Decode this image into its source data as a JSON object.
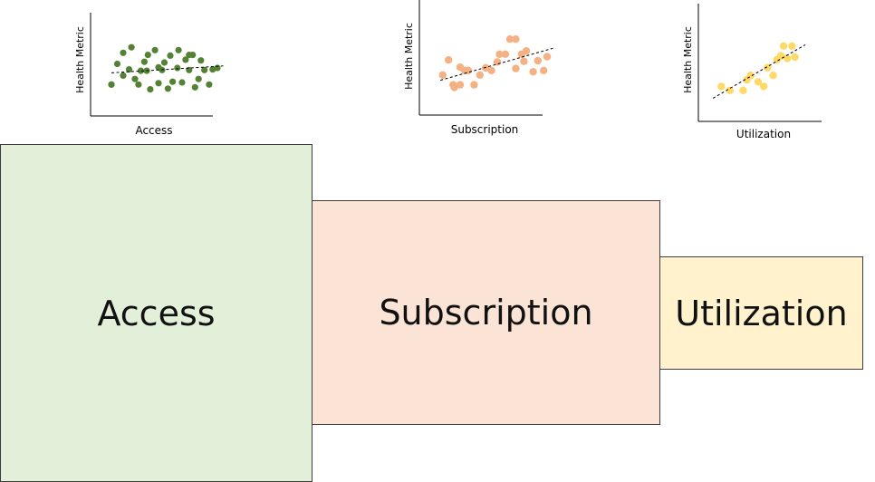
{
  "colors": {
    "access_dot": "#548235",
    "subscription_dot": "#f4b183",
    "utilization_dot": "#ffd966",
    "access_fill": "#e2efd9",
    "subscription_fill": "#fbe4d5",
    "utilization_fill": "#fff2cc"
  },
  "chart_data": [
    {
      "type": "scatter",
      "xlabel": "Access",
      "ylabel": "Health Metric",
      "xlim": [
        0,
        10
      ],
      "ylim": [
        0,
        10
      ],
      "x": [
        1.0,
        1.5,
        2.0,
        2.0,
        2.5,
        3.0,
        3.3,
        3.8,
        4.0,
        4.3,
        4.7,
        5.0,
        5.0,
        5.5,
        5.8,
        6.2,
        6.6,
        6.7,
        7.0,
        7.3,
        7.6,
        7.9,
        8.1,
        8.4,
        8.6,
        8.9,
        9.3,
        9.6,
        10.0,
        1.0,
        2.7,
        3.5,
        4.1,
        5.3,
        6.0,
        7.6
      ],
      "y": [
        2.2,
        5.2,
        6.8,
        3.5,
        4.4,
        3.0,
        2.2,
        5.5,
        4.2,
        1.5,
        7.2,
        2.4,
        4.7,
        5.4,
        1.6,
        2.6,
        4.6,
        7.2,
        2.5,
        5.8,
        4.3,
        6.5,
        1.8,
        3.0,
        5.7,
        4.3,
        2.2,
        4.4,
        4.6,
        2.2,
        7.6,
        4.2,
        6.5,
        4.3,
        6.4,
        6.5
      ],
      "trendline": {
        "x": [
          1,
          10.5
        ],
        "y": [
          3.9,
          4.9
        ]
      }
    },
    {
      "type": "scatter",
      "xlabel": "Subscription",
      "ylabel": "Health Metric",
      "xlim": [
        0,
        10
      ],
      "ylim": [
        0,
        10
      ],
      "x": [
        1.0,
        1.5,
        2.0,
        2.5,
        2.5,
        3.2,
        3.7,
        4.2,
        4.7,
        5.2,
        5.7,
        6.4,
        6.8,
        7.3,
        7.8,
        8.0,
        8.2,
        8.8,
        9.2,
        9.7,
        10.0,
        1.9,
        2.9,
        5.9,
        7.3
      ],
      "y": [
        3.5,
        5.8,
        1.6,
        4.7,
        2.0,
        4.2,
        2.0,
        3.5,
        4.6,
        4.2,
        5.5,
        6.7,
        9.0,
        4.5,
        6.7,
        5.6,
        7.2,
        4.0,
        5.7,
        4.2,
        6.3,
        2.0,
        4.2,
        6.7,
        9.0
      ],
      "trendline": {
        "x": [
          0.8,
          10.5
        ],
        "y": [
          2.7,
          7.6
        ]
      }
    },
    {
      "type": "scatter",
      "xlabel": "Utilization",
      "ylabel": "Health Metric",
      "xlim": [
        0,
        10
      ],
      "ylim": [
        0,
        10
      ],
      "x": [
        1.1,
        2.0,
        3.4,
        3.8,
        4.2,
        5.0,
        5.6,
        6.0,
        6.6,
        7.0,
        7.4,
        7.7,
        8.1,
        8.6,
        8.9
      ],
      "y": [
        2.3,
        1.7,
        1.7,
        3.3,
        4.0,
        3.0,
        2.3,
        5.2,
        4.0,
        6.4,
        7.0,
        8.5,
        6.6,
        8.5,
        6.8
      ],
      "trendline": {
        "x": [
          0.2,
          10
        ],
        "y": [
          0.5,
          8.7
        ]
      }
    }
  ],
  "boxes": {
    "access": "Access",
    "subscription": "Subscription",
    "utilization": "Utilization"
  }
}
